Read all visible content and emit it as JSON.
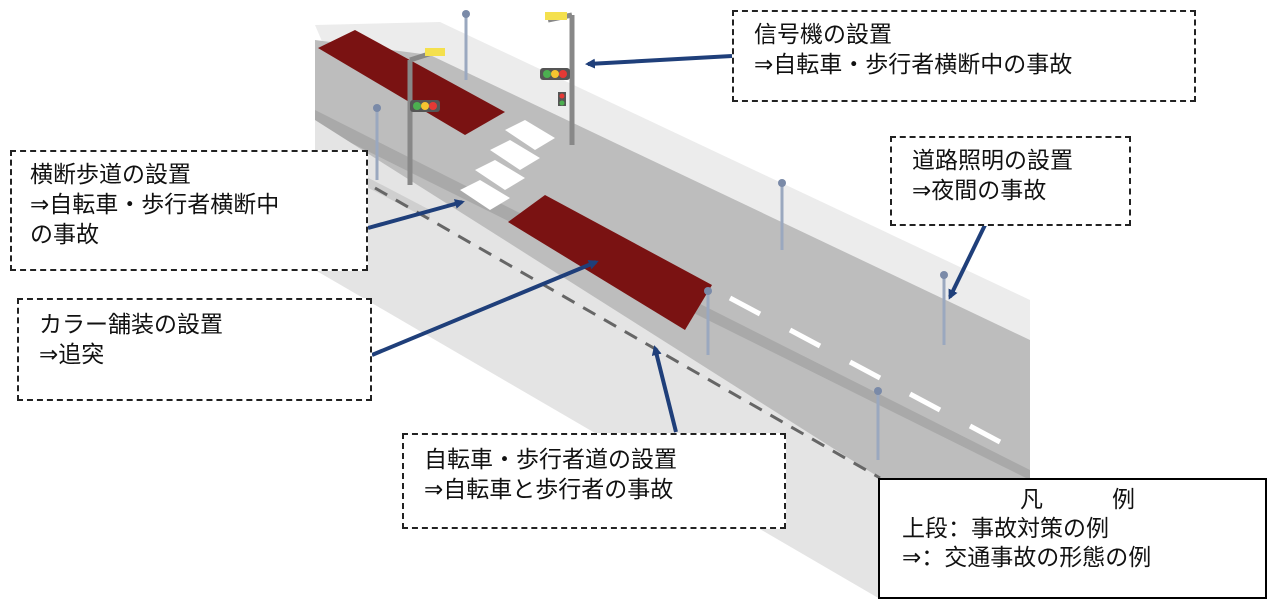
{
  "callouts": {
    "signal": [
      "信号機の設置",
      "⇒自転車・歩行者横断中の事故"
    ],
    "crosswalk": [
      "横断歩道の設置",
      "⇒自転車・歩行者横断中",
      "の事故"
    ],
    "color_pavement": [
      "カラー舗装の設置",
      "⇒追突"
    ],
    "lighting": [
      "道路照明の設置",
      "⇒夜間の事故"
    ],
    "bike_ped_path": [
      "自転車・歩行者道の設置",
      "⇒自転車と歩行者の事故"
    ]
  },
  "legend": {
    "title": "凡　　　例",
    "lines": [
      "上段：事故対策の例",
      "⇒：交通事故の形態の例"
    ]
  },
  "colors": {
    "road": "#bdbdbd",
    "sidewalk": "#e8e8e8",
    "color_pavement": "#7a1212",
    "arrow": "#1f3f7a"
  }
}
